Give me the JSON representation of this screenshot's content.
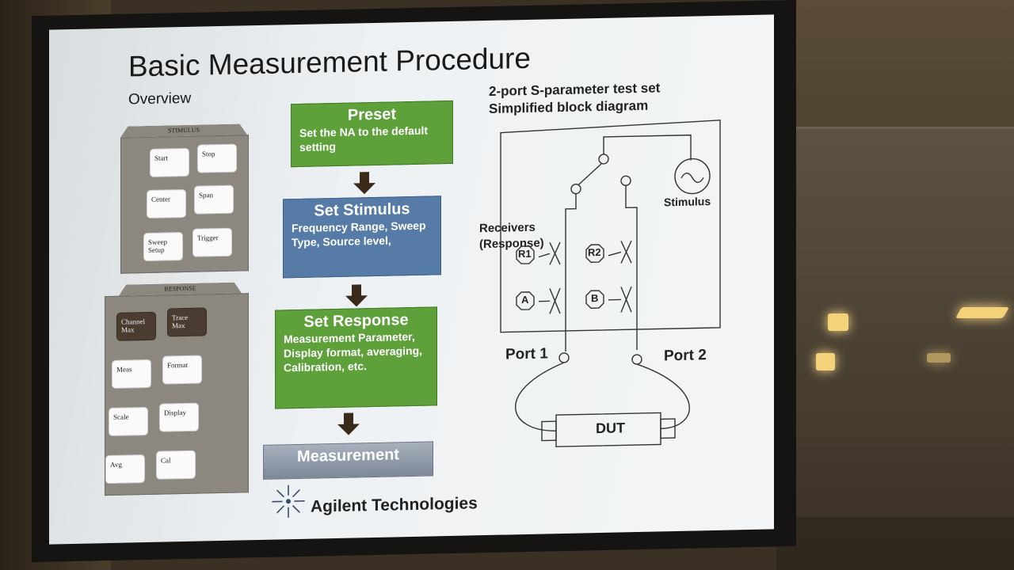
{
  "slide": {
    "title": "Basic Measurement Procedure",
    "subtitle": "Overview"
  },
  "stimulus_panel": {
    "label": "STIMULUS",
    "keys": [
      "Start",
      "Stop",
      "Center",
      "Span",
      "Sweep Setup",
      "Trigger"
    ]
  },
  "response_panel": {
    "label": "RESPONSE",
    "keys": [
      "Channel Max",
      "Trace Max",
      "Meas",
      "Format",
      "Scale",
      "Display",
      "Avg",
      "Cal"
    ]
  },
  "flow": {
    "preset_head": "Preset",
    "preset_body": "Set the NA to the default setting",
    "stimulus_head": "Set Stimulus",
    "stimulus_body": "Frequency Range, Sweep Type, Source level,",
    "response_head": "Set Response",
    "response_body": "Measurement Parameter, Display format, averaging, Calibration, etc.",
    "measurement": "Measurement"
  },
  "diagram": {
    "title_line1": "2-port S-parameter test set",
    "title_line2": "Simplified block diagram",
    "stimulus": "Stimulus",
    "receivers_line1": "Receivers",
    "receivers_line2": "(Response)",
    "r1": "R1",
    "r2": "R2",
    "a": "A",
    "b": "B",
    "port1": "Port 1",
    "port2": "Port 2",
    "dut": "DUT"
  },
  "logo": {
    "text": "Agilent Technologies"
  },
  "colors": {
    "green_box": "#5ea03a",
    "blue_box": "#557ba6",
    "gray_box": "#8f98a6",
    "arrow": "#3a2a1a"
  }
}
